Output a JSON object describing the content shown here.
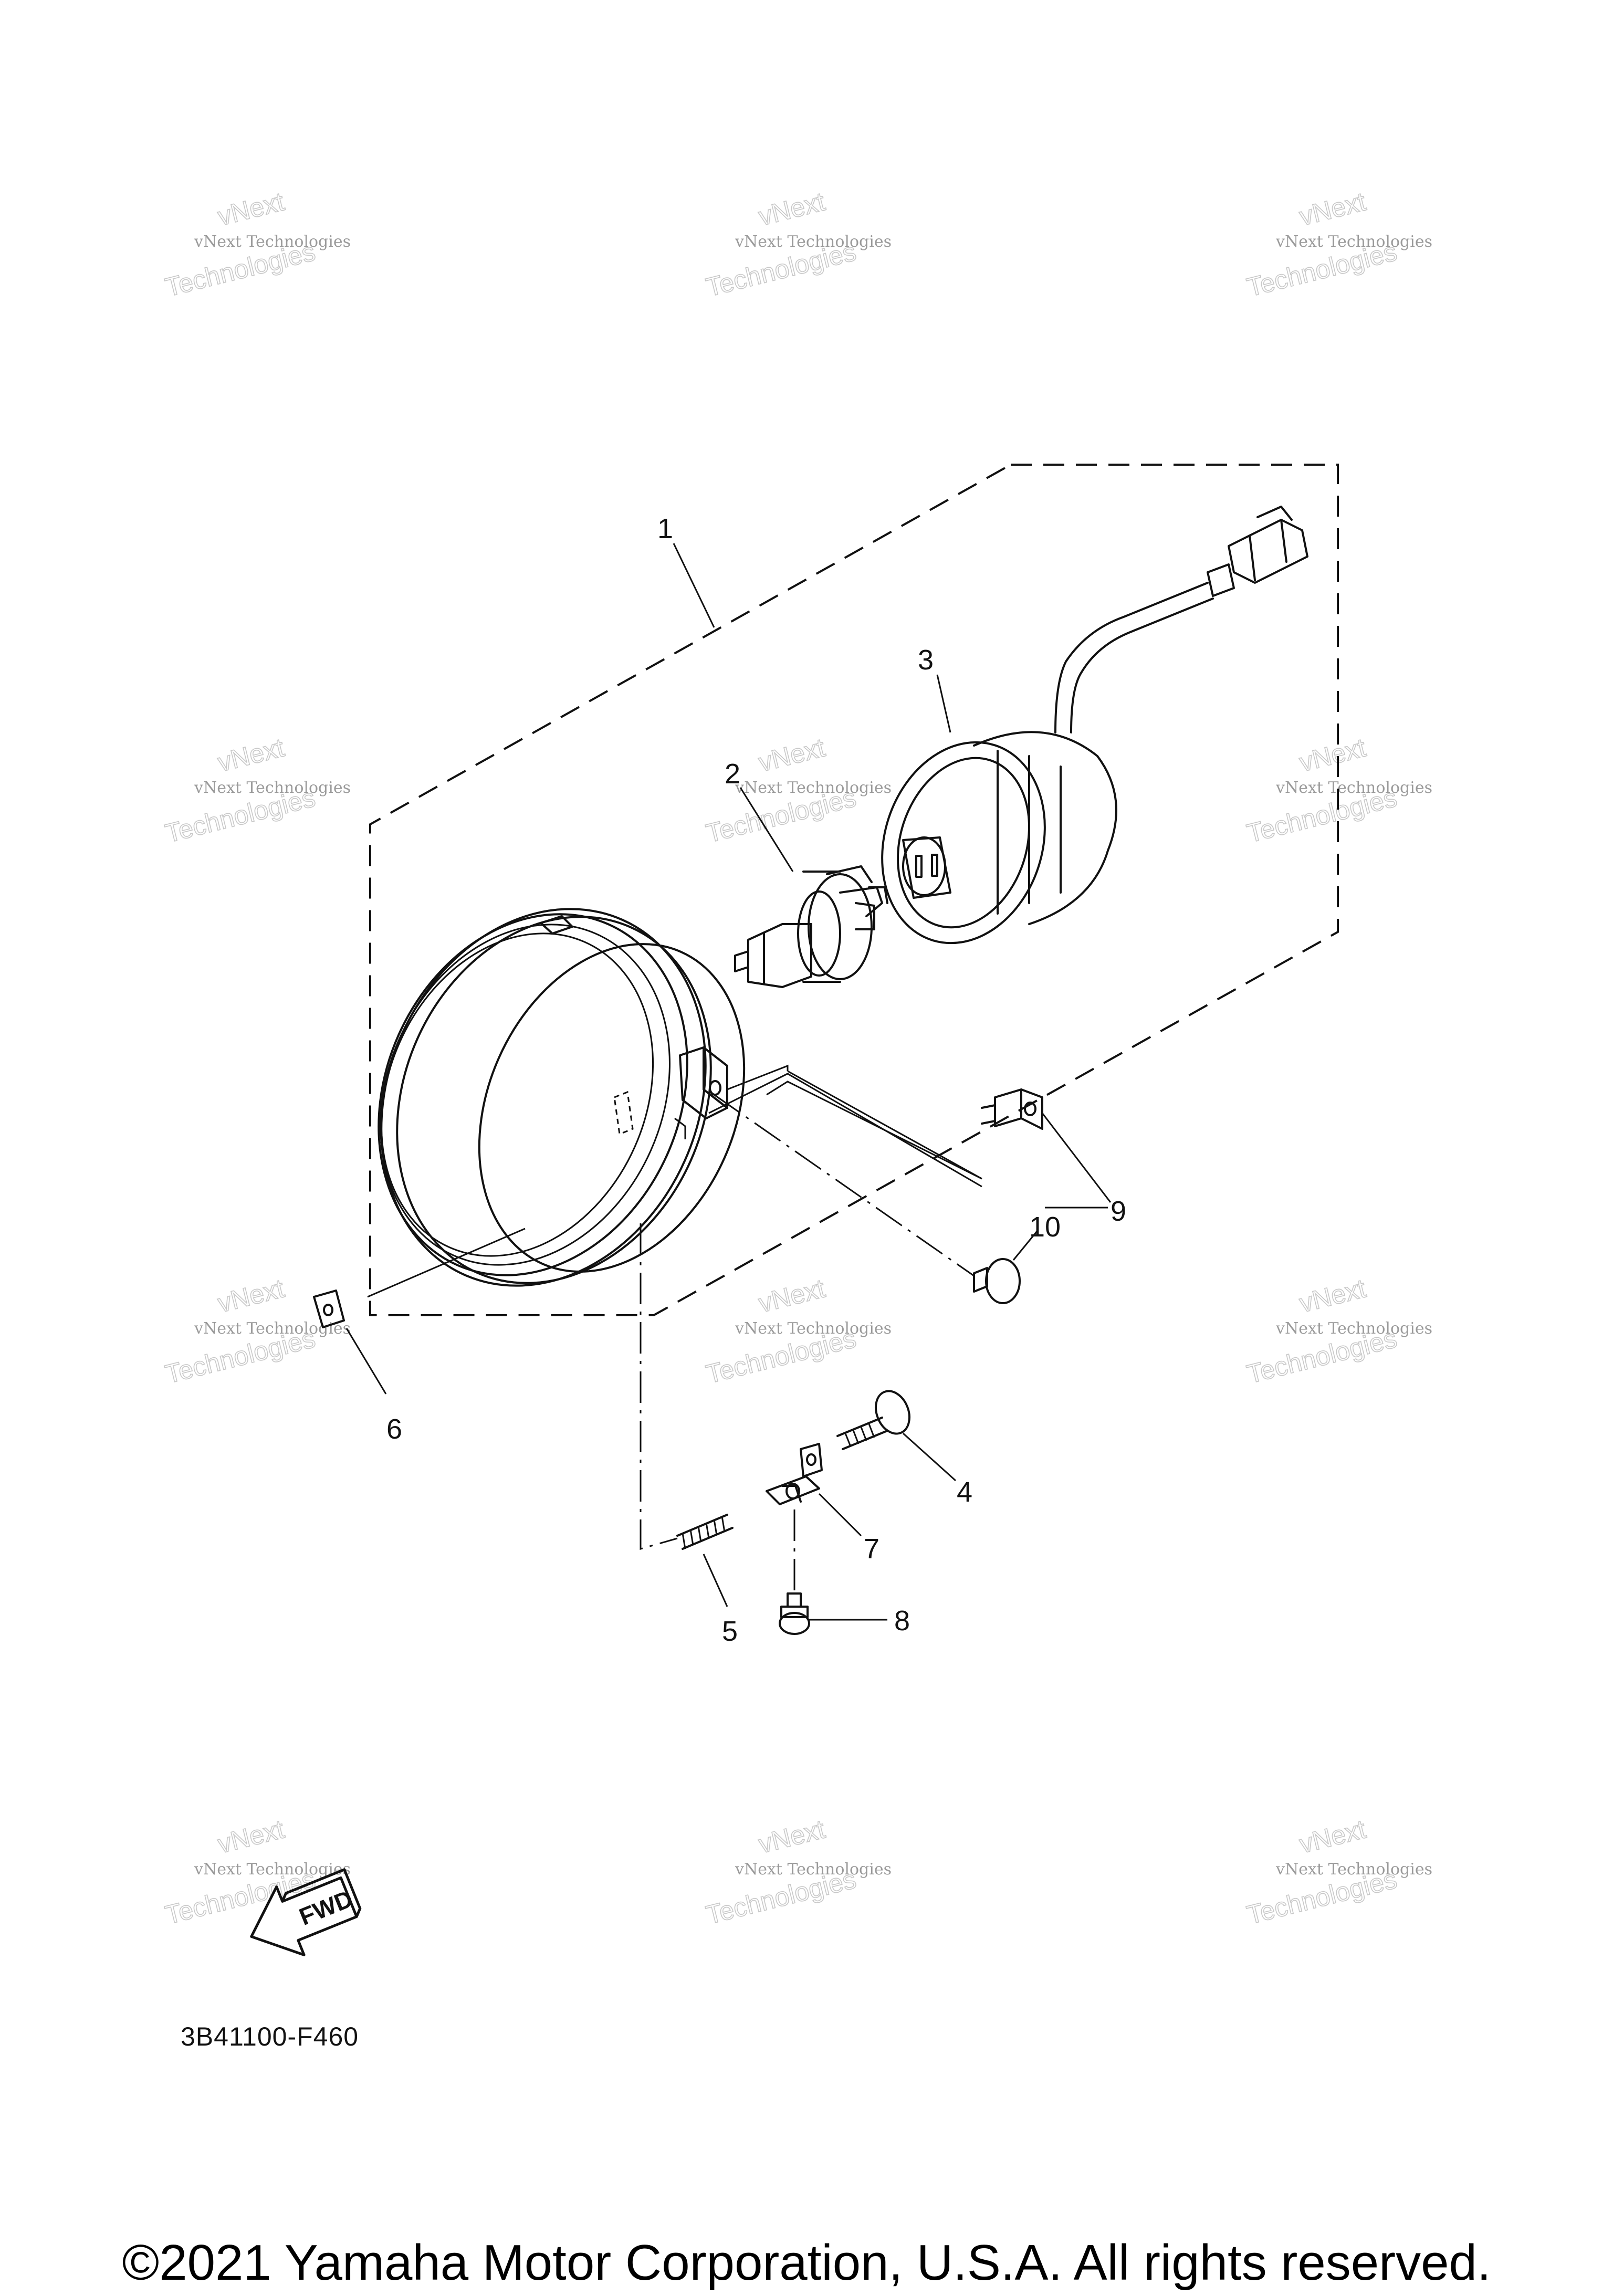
{
  "diagram": {
    "part_numbers": [
      "1",
      "2",
      "3",
      "4",
      "5",
      "6",
      "7",
      "8",
      "9",
      "10"
    ],
    "watermark": {
      "line1": "vNext Technologies",
      "line2": "vNext",
      "line3": "Technologies"
    },
    "fwd_label": "FWD",
    "drawing_code": "3B41100-F460"
  },
  "footer": {
    "copyright": "©2021 Yamaha Motor Corporation, U.S.A. All rights reserved."
  }
}
